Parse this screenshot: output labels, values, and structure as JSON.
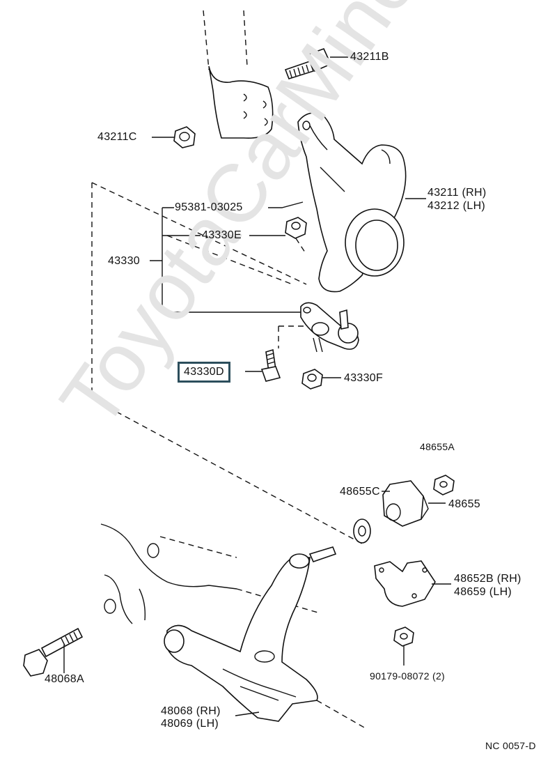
{
  "watermark": "ToyotaCarMine.ru",
  "parts": {
    "p43211B": "43211B",
    "p43211C": "43211C",
    "p95381": "95381-03025",
    "p43330E": "43330E",
    "p43330": "43330",
    "p43211_rh": "43211 (RH)",
    "p43212_lh": "43212 (LH)",
    "p43330D": "43330D",
    "p43330F": "43330F",
    "p48655A": "48655A",
    "p48655C": "48655C",
    "p48655": "48655",
    "p48652B_rh": "48652B (RH)",
    "p48659_lh": "48659   (LH)",
    "p48068A": "48068A",
    "p90179": "90179-08072 (2)",
    "p48068_rh": "48068 (RH)",
    "p48069_lh": "48069 (LH)"
  },
  "footer": {
    "code": "NC 0057-D"
  }
}
